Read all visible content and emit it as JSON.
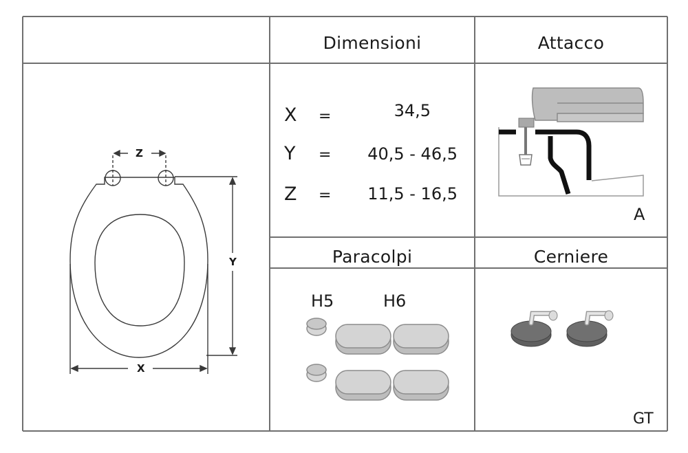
{
  "headers": {
    "dimensions": "Dimensioni",
    "attachment": "Attacco",
    "bumpers": "Paracolpi",
    "hinges": "Cerniere"
  },
  "dimensions": [
    {
      "label": "X",
      "eq": "=",
      "value": "34,5"
    },
    {
      "label": "Y",
      "eq": "=",
      "value": "40,5 - 46,5"
    },
    {
      "label": "Z",
      "eq": "=",
      "value": "11,5 - 16,5"
    }
  ],
  "drawing": {
    "x_label": "X",
    "y_label": "Y",
    "z_label": "Z"
  },
  "attachment_code": "A",
  "bumpers": {
    "h5": "H5",
    "h6": "H6"
  },
  "hinge_code": "GT",
  "colors": {
    "line": "#6f6f6f",
    "pad": "#c9c9c9",
    "hinge": "#6a6a6a"
  }
}
